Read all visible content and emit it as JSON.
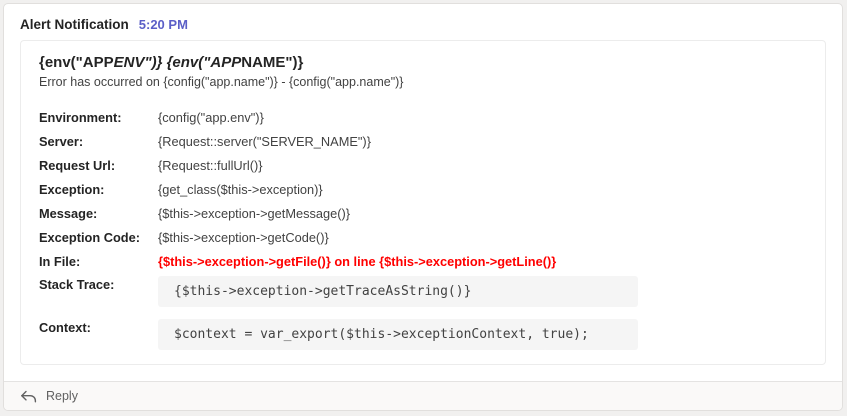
{
  "colors": {
    "accent": "#5b5fc7",
    "error": "#ff0000",
    "code_background": "#f5f5f5",
    "page_background": "#f1f0ef"
  },
  "header": {
    "title": "Alert Notification",
    "timestamp": "5:20 PM"
  },
  "card": {
    "title_part1": "{env(\"APP",
    "title_part2_italic": "ENV\")} {env(\"APP",
    "title_part3": "NAME\")}",
    "subtitle": "Error has occurred on {config(\"app.name\")} - {config(\"app.name\")}",
    "facts": [
      {
        "label": "Environment:",
        "value": "{config(\"app.env\")}",
        "style": ""
      },
      {
        "label": "Server:",
        "value": "{Request::server(\"SERVER_NAME\")}",
        "style": ""
      },
      {
        "label": "Request Url:",
        "value": "{Request::fullUrl()}",
        "style": ""
      },
      {
        "label": "Exception:",
        "value": "{get_class($this->exception)}",
        "style": ""
      },
      {
        "label": "Message:",
        "value": "{$this->exception->getMessage()}",
        "style": ""
      },
      {
        "label": "Exception Code:",
        "value": "{$this->exception->getCode()}",
        "style": ""
      },
      {
        "label": "In File:",
        "value": "{$this->exception->getFile()} on line {$this->exception->getLine()}",
        "style": "error"
      },
      {
        "label": "Stack Trace:",
        "value": "{$this->exception->getTraceAsString()}",
        "style": "code"
      },
      {
        "label": "Context:",
        "value": "$context = var_export($this->exceptionContext, true);",
        "style": "code"
      }
    ]
  },
  "footer": {
    "reply_label": "Reply",
    "reply_icon": "reply-arrow"
  }
}
